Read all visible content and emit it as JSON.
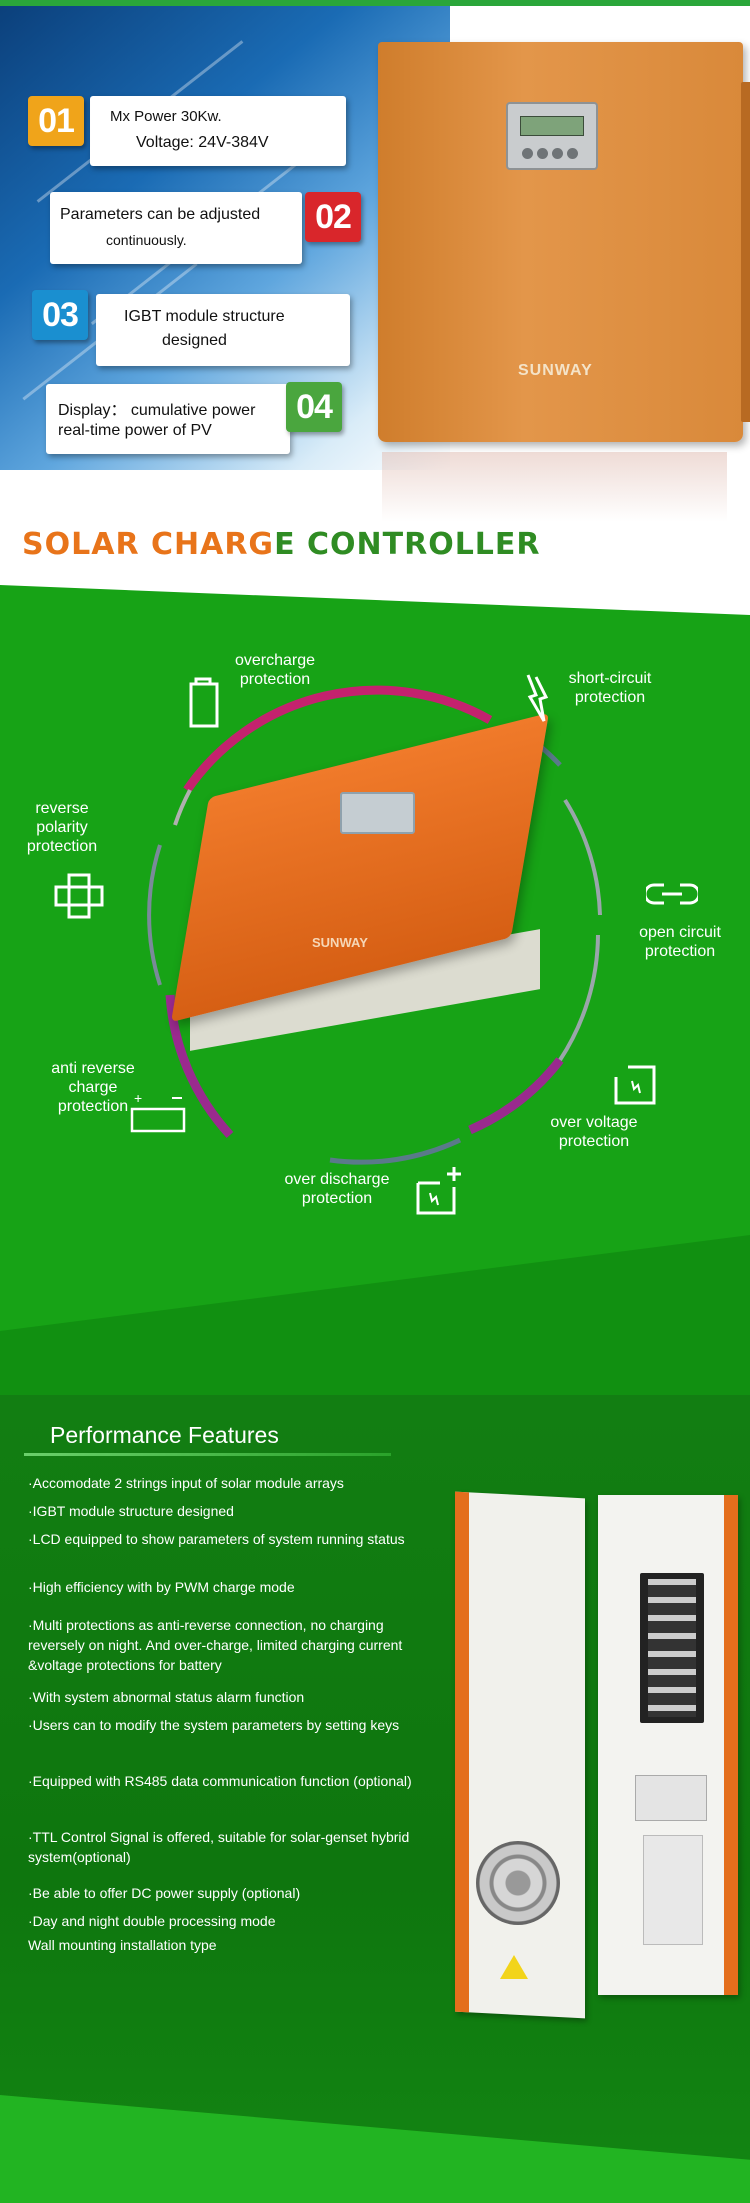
{
  "hero": {
    "cards": [
      {
        "num": "01",
        "line1": "Mx Power 30Kw.",
        "line2": "Voltage: 24V-384V"
      },
      {
        "num": "02",
        "line1": "Parameters can be adjusted",
        "line2": "continuously."
      },
      {
        "num": "03",
        "line1": "IGBT module structure",
        "line2": "designed"
      },
      {
        "num": "04",
        "line1": "Display： cumulative power",
        "line2": "real-time power of PV"
      }
    ],
    "brand": "SUNWAY",
    "title_orange": "SOLAR CHARG",
    "title_green": "E CONTROLLER"
  },
  "protections": {
    "overcharge": [
      "overcharge",
      "protection"
    ],
    "short_circuit": [
      "short-circuit",
      "protection"
    ],
    "reverse_polarity": [
      "reverse",
      "polarity",
      "protection"
    ],
    "open_circuit": [
      "open circuit",
      "protection"
    ],
    "anti_reverse": [
      "anti reverse",
      "charge",
      "protection"
    ],
    "over_voltage": [
      "over voltage",
      "protection"
    ],
    "over_discharge": [
      "over discharge",
      "protection"
    ],
    "brand": "SUNWAY"
  },
  "performance": {
    "title": "Performance Features",
    "features": [
      "·Accomodate 2 strings input of solar module arrays",
      "·IGBT module structure designed",
      "·LCD equipped to show parameters of system running status",
      "·High efficiency with by PWM charge mode",
      "·Multi protections as anti-reverse connection, no charging reversely on night. And over-charge, limited charging current &voltage protections for battery",
      "·With system abnormal status alarm function",
      "·Users can to modify the system parameters by setting keys",
      "·Equipped with RS485 data communication function (optional)",
      "·TTL Control Signal is offered, suitable for solar-genset hybrid system(optional)",
      "·Be able to offer DC power supply (optional)",
      "·Day and night double processing mode",
      "Wall mounting installation type"
    ]
  }
}
